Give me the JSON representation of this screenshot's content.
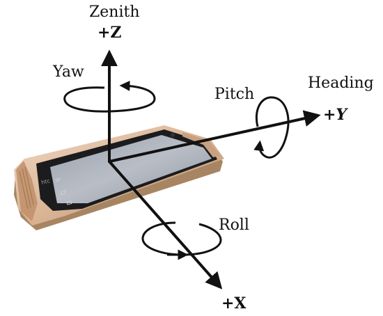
{
  "labels": {
    "zenith": "Zenith",
    "plus_z": "+Z",
    "yaw": "Yaw",
    "pitch": "Pitch",
    "heading": "Heading",
    "plus_y": "+Y",
    "roll": "Roll",
    "plus_x": "+X"
  },
  "phone": {
    "brand": "htc"
  }
}
